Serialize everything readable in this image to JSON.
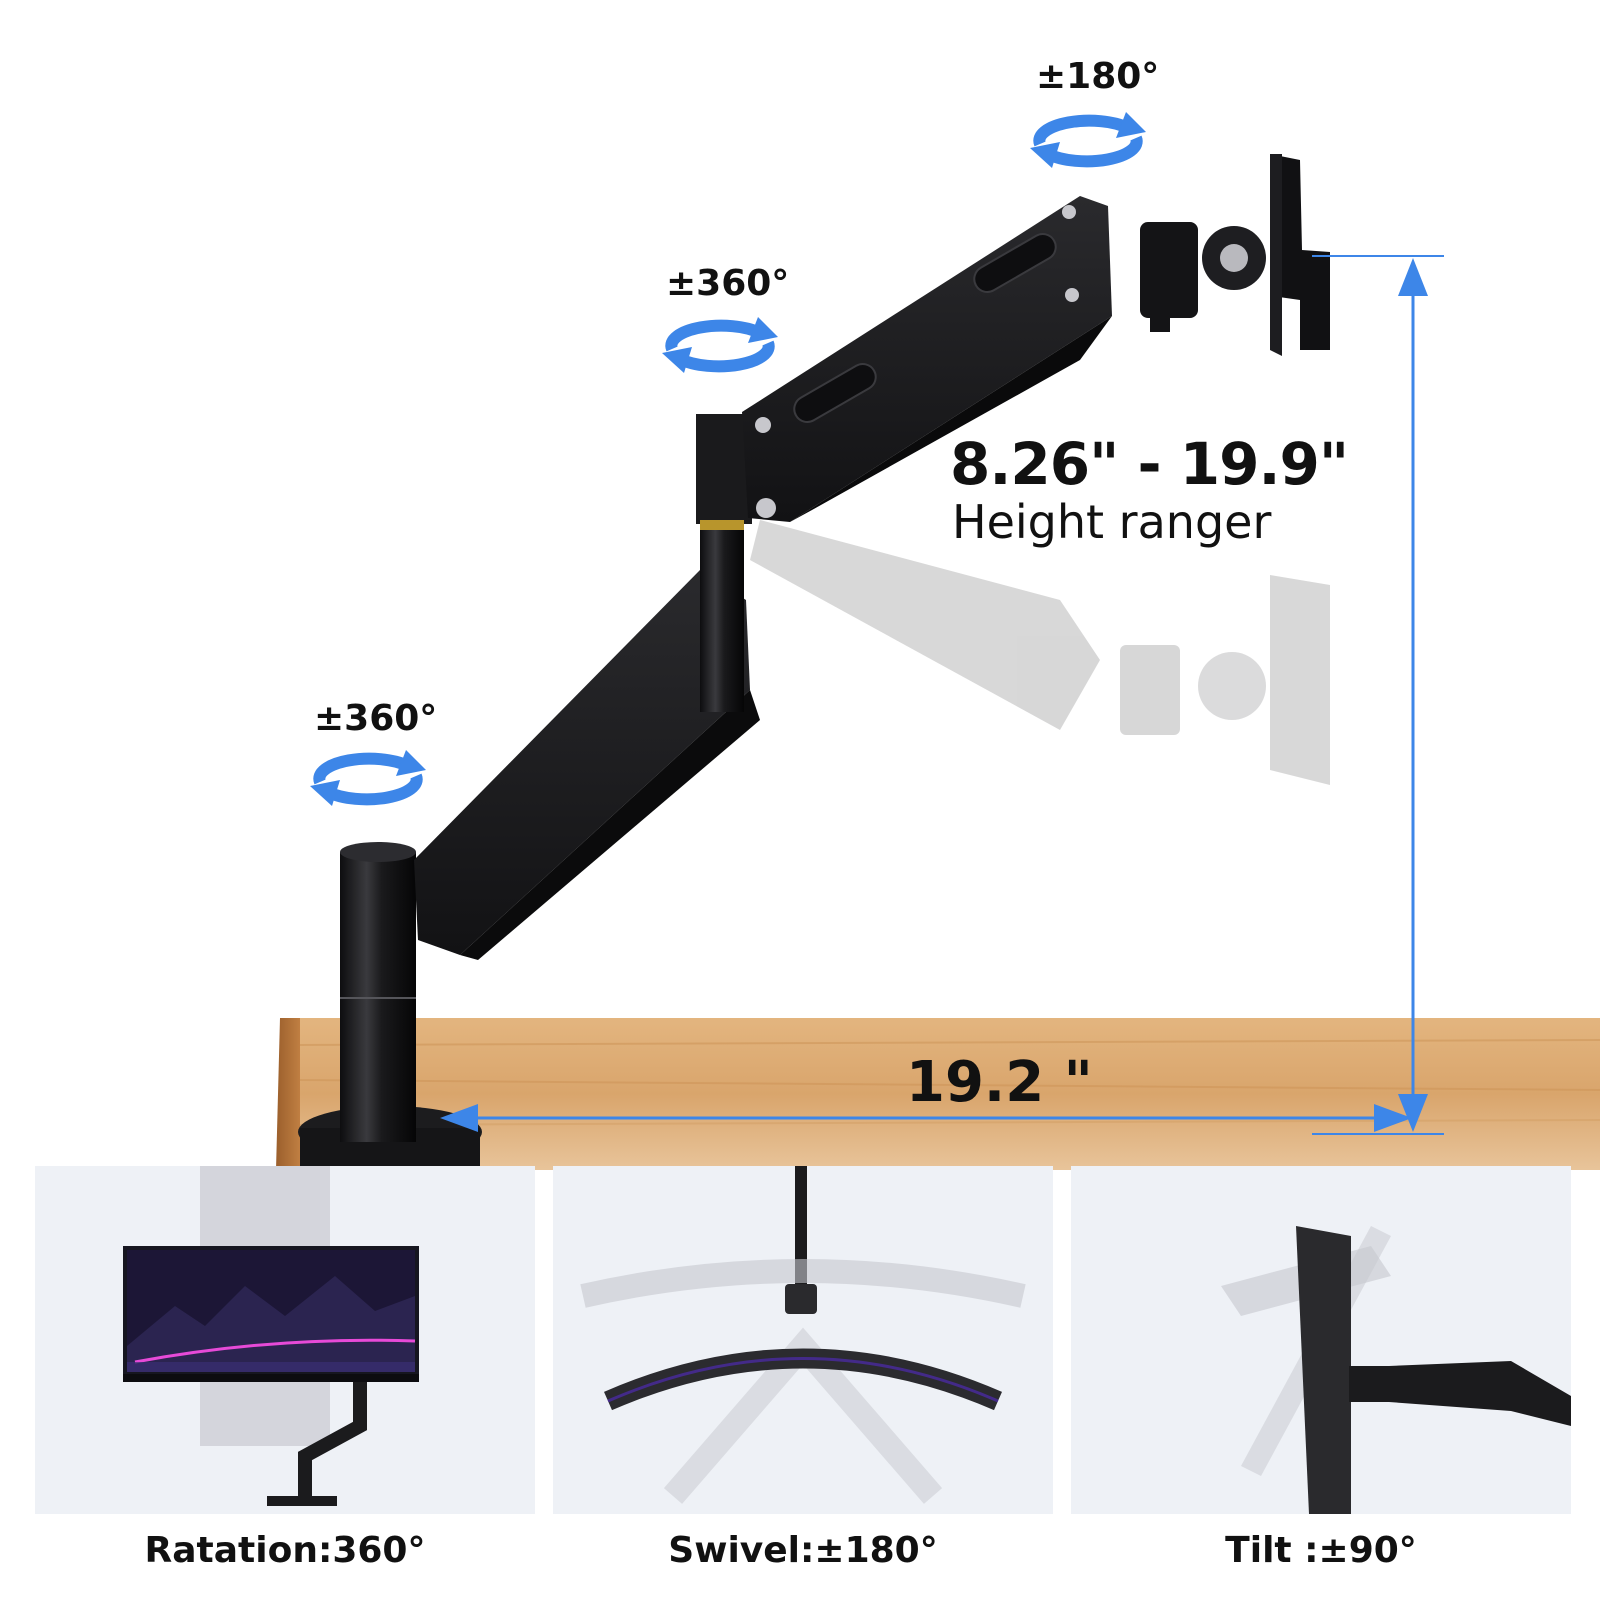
{
  "annotations": {
    "top_rotation": "±180°",
    "middle_rotation": "±360°",
    "base_rotation": "±360°",
    "height_range_value": "8.26\" - 19.9\"",
    "height_range_label": "Height ranger",
    "arm_extension": "19.2 \""
  },
  "features": [
    {
      "caption": "Ratation:360°"
    },
    {
      "caption": "Swivel:±180°"
    },
    {
      "caption": "Tilt :±90°"
    }
  ],
  "colors": {
    "accent_blue": "#3d86e8",
    "arm_black": "#1b1b1d",
    "desk_wood": "#d9a56c",
    "panel_bg": "#eef1f6"
  },
  "icons": [
    "rotate-arrows-icon",
    "dimension-arrow-icon"
  ]
}
